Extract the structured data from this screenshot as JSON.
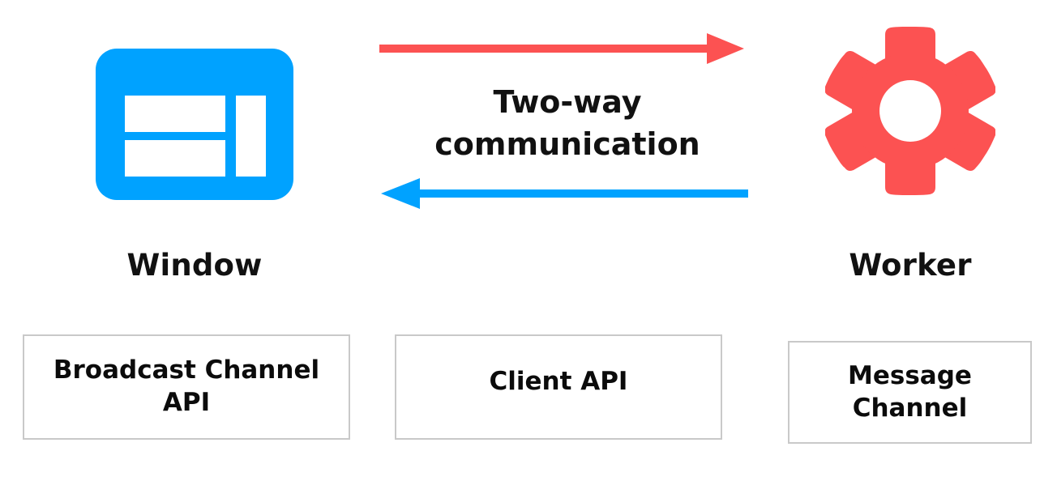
{
  "diagram": {
    "title": "Two-way communication between Window and Worker",
    "type": "concept-diagram",
    "background_color": "#FFFFFF"
  },
  "colors": {
    "window_blue": "#00A2FF",
    "worker_red": "#FC5252",
    "text_black": "#111111",
    "box_border_gray": "#C9C9C9",
    "box_fill_white": "#FFFFFF"
  },
  "nodes": [
    {
      "id": "window",
      "label": "Window",
      "icon": "browser-window-icon",
      "color": "#00A2FF",
      "position": "left"
    },
    {
      "id": "worker",
      "label": "Worker",
      "icon": "gear-icon",
      "color": "#FC5252",
      "position": "right"
    }
  ],
  "connector": {
    "label_lines": [
      "Two-way",
      "communication"
    ],
    "arrows": [
      {
        "id": "window-to-worker",
        "direction": "right",
        "color": "#FC5252",
        "from": "window",
        "to": "worker"
      },
      {
        "id": "worker-to-window",
        "direction": "left",
        "color": "#00A2FF",
        "from": "worker",
        "to": "window"
      }
    ]
  },
  "api_boxes": [
    {
      "id": "broadcast-channel-api",
      "lines": [
        "Broadcast Channel",
        "API"
      ]
    },
    {
      "id": "client-api",
      "lines": [
        "Client API"
      ]
    },
    {
      "id": "message-channel",
      "lines": [
        "Message",
        "Channel"
      ]
    }
  ]
}
